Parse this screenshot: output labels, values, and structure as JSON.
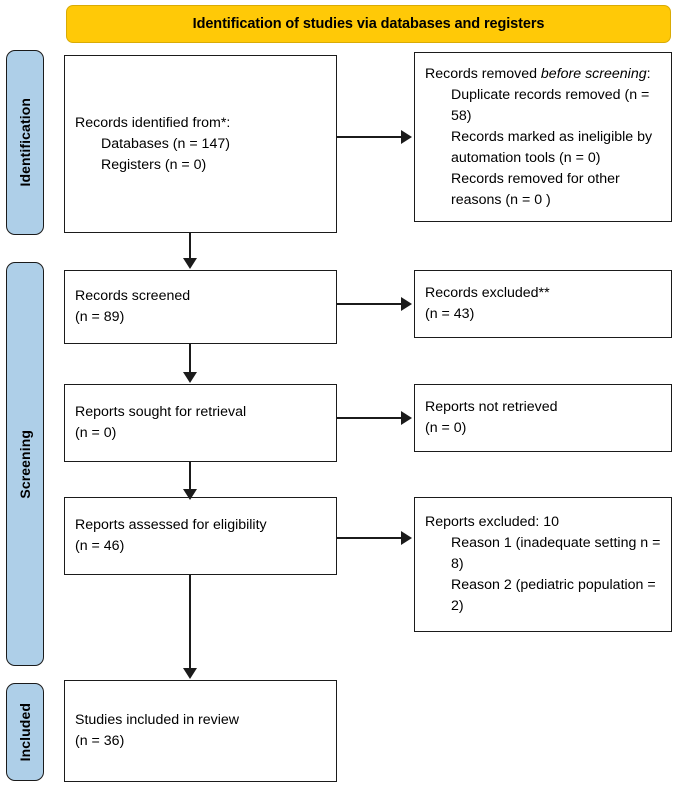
{
  "banner": {
    "title": "Identification of studies via databases and registers"
  },
  "stages": [
    {
      "id": "identification",
      "label": "Identification"
    },
    {
      "id": "screening",
      "label": "Screening"
    },
    {
      "id": "included",
      "label": "Included"
    }
  ],
  "colors": {
    "banner_fill": "#FFC907",
    "stage_fill": "#AECFE8",
    "box_stroke": "#1b1b1b",
    "box_fill": "#FFFFFF",
    "text": "#000000"
  },
  "boxes": {
    "identified": {
      "name": "records-identified",
      "lines": [
        "Records identified from*:",
        "Databases (n = 147)",
        "Registers (n = 0)"
      ]
    },
    "removed": {
      "name": "records-removed-before-screening",
      "lead_plain": "Records removed ",
      "lead_italic": "before screening",
      "lead_tail": ":",
      "lines": [
        "Duplicate records removed (n = 58)",
        "Records marked as ineligible by automation tools (n = 0)",
        "Records removed for other reasons (n = 0 )"
      ]
    },
    "screened": {
      "name": "records-screened",
      "lines": [
        "Records screened",
        "(n = 89)"
      ]
    },
    "excluded_records": {
      "name": "records-excluded",
      "lines": [
        "Records excluded**",
        "(n = 43)"
      ]
    },
    "sought": {
      "name": "reports-sought-for-retrieval",
      "lines": [
        "Reports sought for retrieval",
        "(n = 0)"
      ]
    },
    "not_retrieved": {
      "name": "reports-not-retrieved",
      "lines": [
        "Reports not retrieved",
        "(n = 0)"
      ]
    },
    "assessed": {
      "name": "reports-assessed-for-eligibility",
      "lines": [
        "Reports assessed for eligibility",
        "(n = 46)"
      ]
    },
    "excluded_reports": {
      "name": "reports-excluded",
      "lines": [
        "Reports excluded: 10"
      ],
      "reasons": [
        "Reason 1 (inadequate setting n = 8)",
        "Reason 2 (pediatric population = 2)"
      ]
    },
    "included": {
      "name": "studies-included-in-review",
      "lines": [
        "Studies included in review",
        "(n = 36)"
      ]
    }
  },
  "chart_data": {
    "type": "diagram",
    "title": "PRISMA 2020 flow diagram",
    "subtitle": "Identification of studies via databases and registers",
    "nodes": [
      {
        "id": "identified",
        "stage": "Identification",
        "column": "left",
        "label": "Records identified from*: Databases (n = 147), Registers (n = 0)",
        "databases_n": 147,
        "registers_n": 0
      },
      {
        "id": "removed",
        "stage": "Identification",
        "column": "right",
        "label": "Records removed before screening",
        "duplicates_n": 58,
        "automation_ineligible_n": 0,
        "other_reasons_n": 0
      },
      {
        "id": "screened",
        "stage": "Screening",
        "column": "left",
        "label": "Records screened",
        "n": 89
      },
      {
        "id": "excluded_records",
        "stage": "Screening",
        "column": "right",
        "label": "Records excluded**",
        "n": 43
      },
      {
        "id": "sought",
        "stage": "Screening",
        "column": "left",
        "label": "Reports sought for retrieval",
        "n": 0
      },
      {
        "id": "not_retrieved",
        "stage": "Screening",
        "column": "right",
        "label": "Reports not retrieved",
        "n": 0
      },
      {
        "id": "assessed",
        "stage": "Screening",
        "column": "left",
        "label": "Reports assessed for eligibility",
        "n": 46
      },
      {
        "id": "excluded_reports",
        "stage": "Screening",
        "column": "right",
        "label": "Reports excluded: 10",
        "n": 10,
        "reason_1_n": 8,
        "reason_2_n": 2
      },
      {
        "id": "included",
        "stage": "Included",
        "column": "left",
        "label": "Studies included in review",
        "n": 36
      }
    ],
    "edges": [
      {
        "from": "identified",
        "to": "removed",
        "direction": "right"
      },
      {
        "from": "identified",
        "to": "screened",
        "direction": "down"
      },
      {
        "from": "screened",
        "to": "excluded_records",
        "direction": "right"
      },
      {
        "from": "screened",
        "to": "sought",
        "direction": "down"
      },
      {
        "from": "sought",
        "to": "not_retrieved",
        "direction": "right"
      },
      {
        "from": "sought",
        "to": "assessed",
        "direction": "down"
      },
      {
        "from": "assessed",
        "to": "excluded_reports",
        "direction": "right"
      },
      {
        "from": "assessed",
        "to": "included",
        "direction": "down"
      }
    ]
  }
}
